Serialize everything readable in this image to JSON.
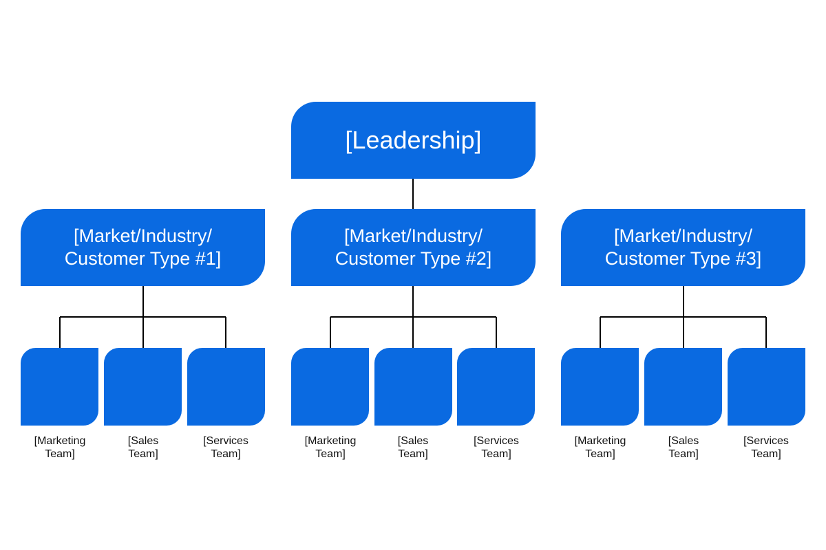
{
  "leadership": {
    "label": "[Leadership]",
    "color": "#0a6ae1"
  },
  "groups": [
    {
      "label_line1": "[Market/Industry/",
      "label_line2": "Customer Type #1]",
      "teams": [
        {
          "line1": "[Marketing",
          "line2": "Team]"
        },
        {
          "line1": "[Sales",
          "line2": "Team]"
        },
        {
          "line1": "[Services",
          "line2": "Team]"
        }
      ]
    },
    {
      "label_line1": "[Market/Industry/",
      "label_line2": "Customer Type #2]",
      "teams": [
        {
          "line1": "[Marketing",
          "line2": "Team]"
        },
        {
          "line1": "[Sales",
          "line2": "Team]"
        },
        {
          "line1": "[Services",
          "line2": "Team]"
        }
      ]
    },
    {
      "label_line1": "[Market/Industry/",
      "label_line2": "Customer Type #3]",
      "teams": [
        {
          "line1": "[Marketing",
          "line2": "Team]"
        },
        {
          "line1": "[Sales",
          "line2": "Team]"
        },
        {
          "line1": "[Services",
          "line2": "Team]"
        }
      ]
    }
  ]
}
